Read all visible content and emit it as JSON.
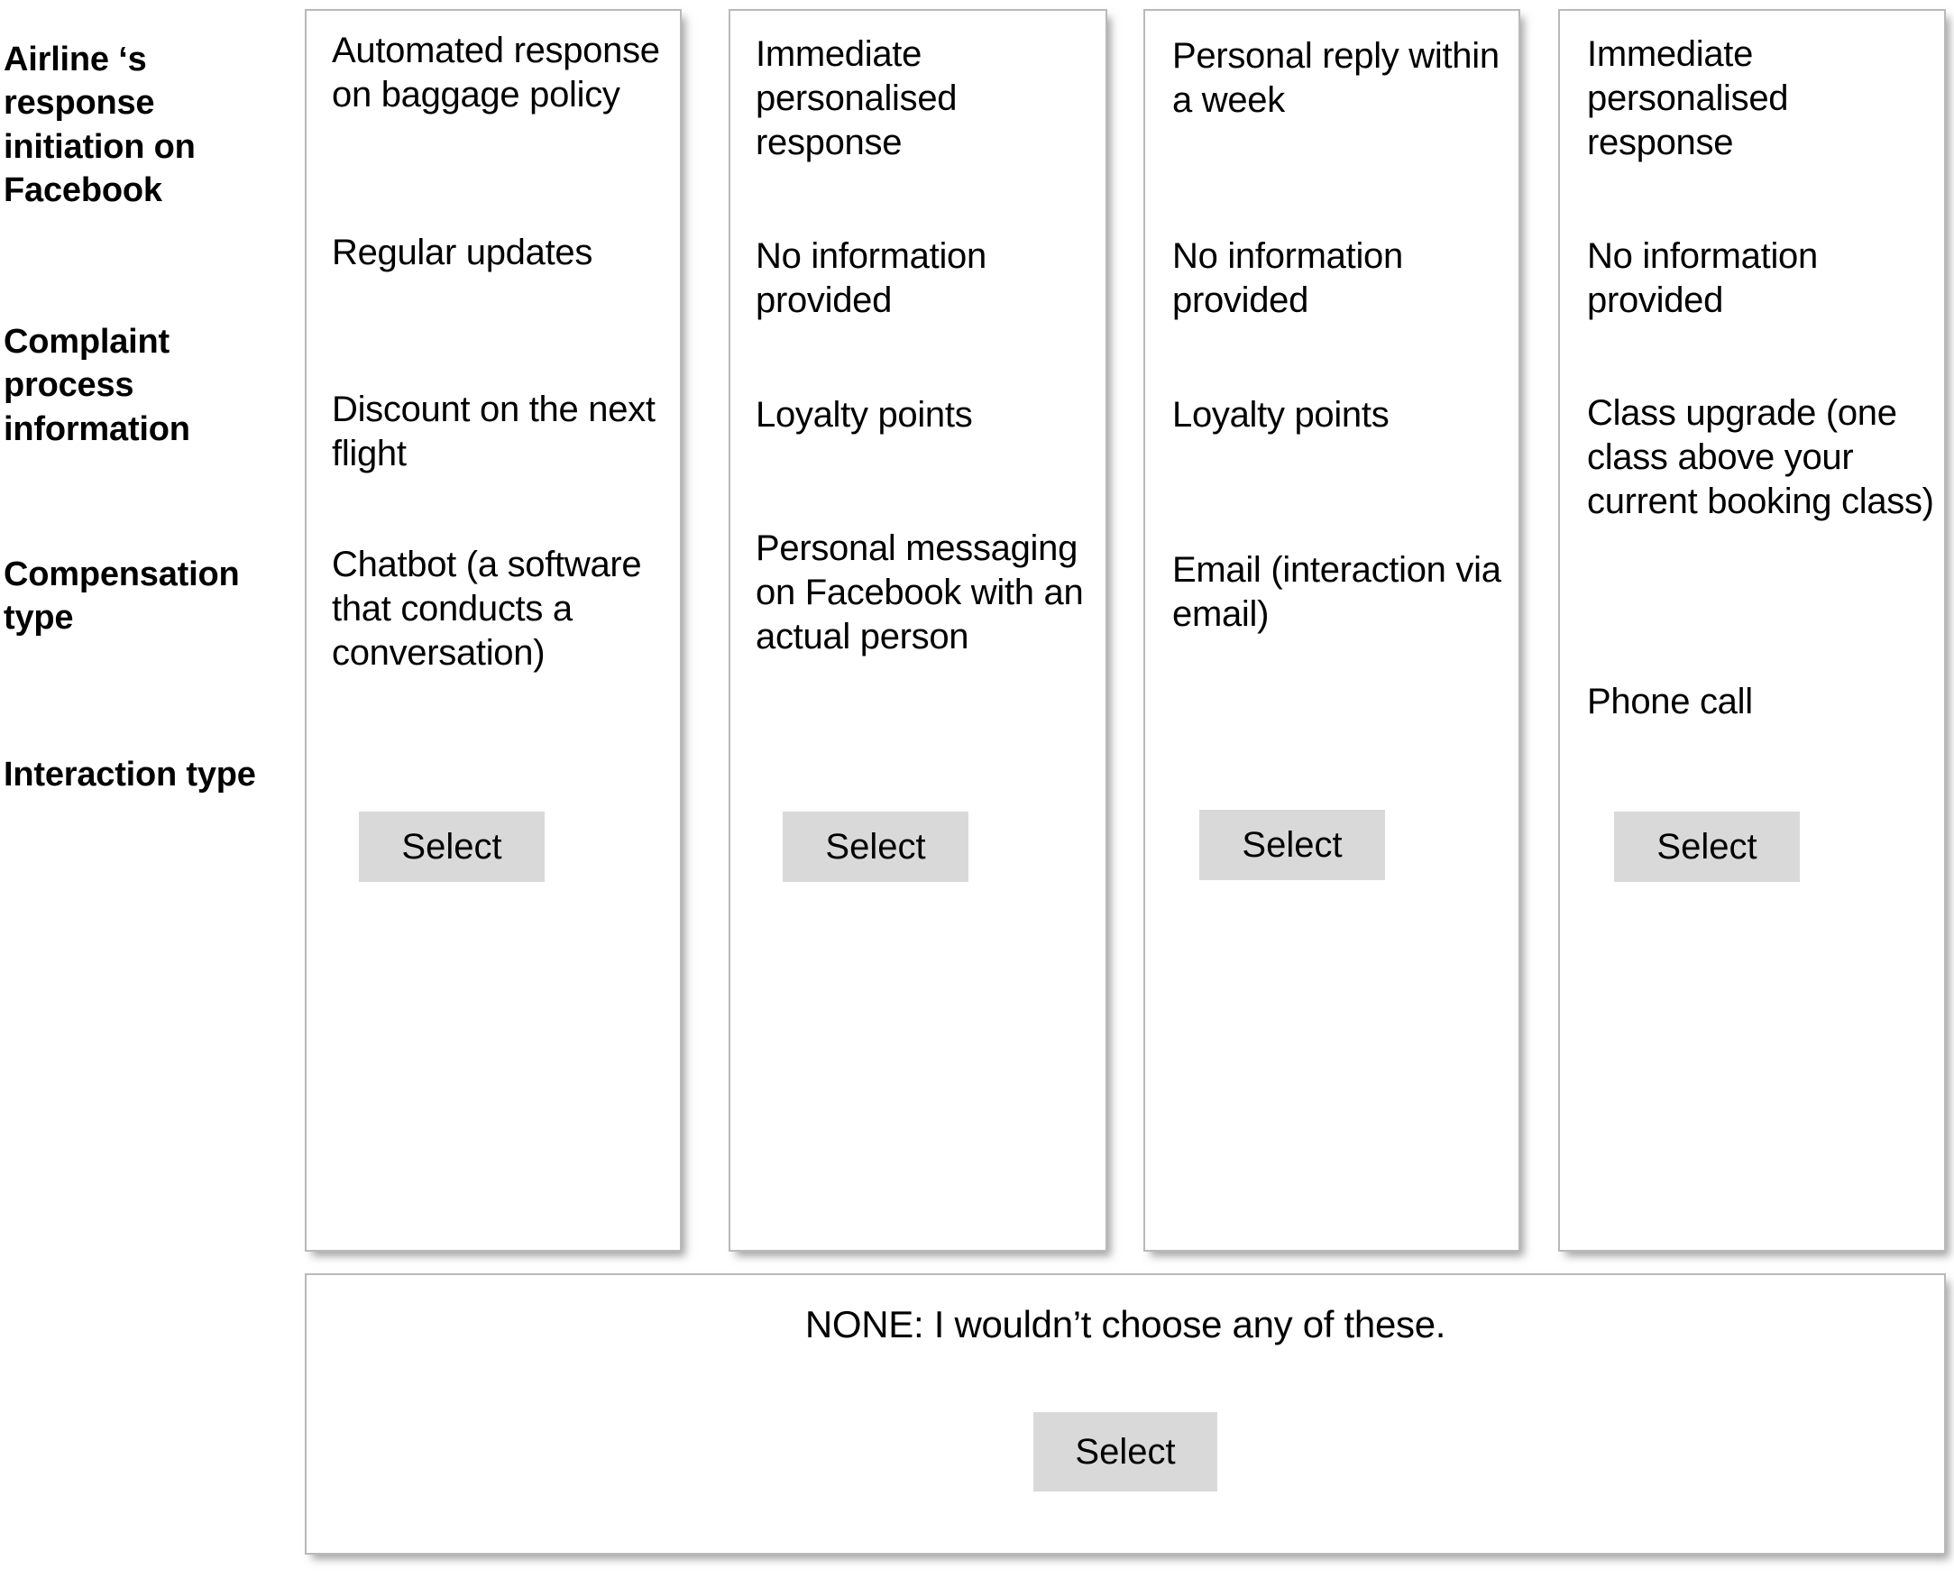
{
  "attributes": [
    {
      "label": "Airline ‘s response initiation on Facebook"
    },
    {
      "label": "Complaint process information"
    },
    {
      "label": "Compensation type"
    },
    {
      "label": "Interaction type"
    }
  ],
  "select_label": "Select",
  "alternatives": [
    {
      "id": "alt-1",
      "response_initiation": "Automated response on baggage policy",
      "complaint_process_information": "Regular updates",
      "compensation_type": "Discount on the next flight",
      "interaction_type": "Chatbot (a software that conducts a conversation)",
      "select_label": "Select"
    },
    {
      "id": "alt-2",
      "response_initiation": "Immediate personalised response",
      "complaint_process_information": "No information provided",
      "compensation_type": "Loyalty points",
      "interaction_type": "Personal messaging on Facebook with an actual person",
      "select_label": "Select"
    },
    {
      "id": "alt-3",
      "response_initiation": "Personal reply within a week",
      "complaint_process_information": "No information provided",
      "compensation_type": "Loyalty points",
      "interaction_type": "Email (interaction via email)",
      "select_label": "Select"
    },
    {
      "id": "alt-4",
      "response_initiation": "Immediate personalised response",
      "complaint_process_information": "No information provided",
      "compensation_type": "Class upgrade (one class above your current booking class)",
      "interaction_type": "Phone call",
      "select_label": "Select"
    }
  ],
  "none_option": {
    "text": "NONE: I wouldn’t choose any of these.",
    "select_label": "Select"
  },
  "colors": {
    "background": "#ffffff",
    "card_border": "#b9b9b9",
    "button_fill": "#d9d9d9",
    "text": "#000000"
  }
}
